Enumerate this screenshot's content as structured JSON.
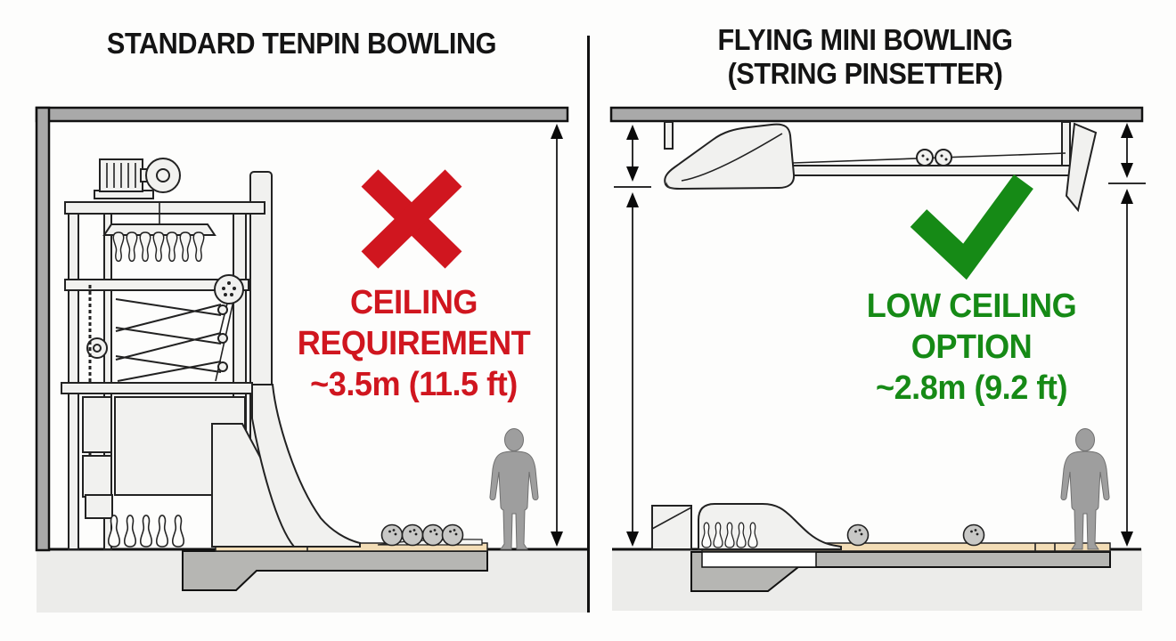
{
  "diagram": {
    "type": "comparison-cross-section",
    "left_panel": {
      "title": "STANDARD TENPIN BOWLING",
      "verdict": "rejected",
      "verdict_icon": "x-mark-icon",
      "callout_line1": "CEILING",
      "callout_line2": "REQUIREMENT",
      "callout_value": "~3.5m (11.5 ft)",
      "scene": [
        "free-fall pinsetter machine",
        "ten-pin rack",
        "standing pins",
        "bowling lane",
        "four bowling balls",
        "person silhouette",
        "ceiling",
        "left wall",
        "floor pit",
        "full-height dimension arrow"
      ]
    },
    "right_panel": {
      "title_line1": "FLYING MINI BOWLING",
      "title_line2": "(STRING PINSETTER)",
      "verdict": "approved",
      "verdict_icon": "check-mark-icon",
      "callout_line1": "LOW CEILING",
      "callout_line2": "OPTION",
      "callout_value": "~2.8m (9.2 ft)",
      "scene": [
        "ceiling-mounted string pinsetter",
        "hanger brackets",
        "guide rail with rollers",
        "deflector fin",
        "pin housing with pins",
        "bowling lane",
        "two bowling balls",
        "person silhouette",
        "split dimension arrows (machine depth + clear height)"
      ]
    },
    "measurements": {
      "left_ceiling_height": "~3.5m (11.5 ft)",
      "right_ceiling_height": "~2.8m (9.2 ft)"
    }
  },
  "colors": {
    "reject_red": "#d0161f",
    "approve_green": "#168a16",
    "ceiling_gray": "#a9a9a9",
    "ground_gray": "#ececea",
    "pit_gray": "#b6b6b3",
    "lane_tan": "#f3ddb6",
    "figure_gray": "#9e9e9e",
    "line_black": "#222222"
  }
}
